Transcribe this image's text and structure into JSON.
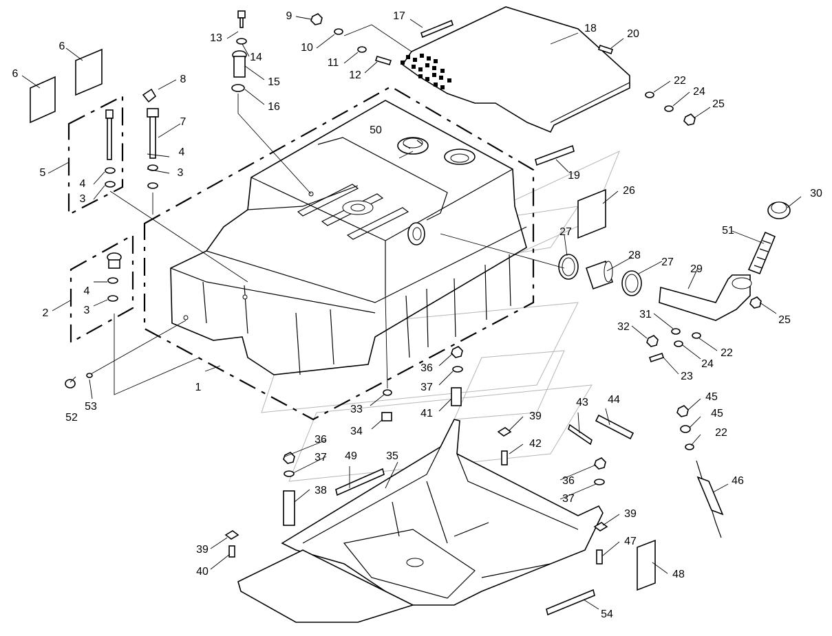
{
  "callouts": [
    {
      "id": "c1",
      "text": "1"
    },
    {
      "id": "c2",
      "text": "2"
    },
    {
      "id": "c3a",
      "text": "3"
    },
    {
      "id": "c3b",
      "text": "3"
    },
    {
      "id": "c3c",
      "text": "3"
    },
    {
      "id": "c4a",
      "text": "4"
    },
    {
      "id": "c4b",
      "text": "4"
    },
    {
      "id": "c4c",
      "text": "4"
    },
    {
      "id": "c5",
      "text": "5"
    },
    {
      "id": "c6a",
      "text": "6"
    },
    {
      "id": "c6b",
      "text": "6"
    },
    {
      "id": "c7",
      "text": "7"
    },
    {
      "id": "c8",
      "text": "8"
    },
    {
      "id": "c9",
      "text": "9"
    },
    {
      "id": "c10",
      "text": "10"
    },
    {
      "id": "c11",
      "text": "11"
    },
    {
      "id": "c12",
      "text": "12"
    },
    {
      "id": "c13",
      "text": "13"
    },
    {
      "id": "c14",
      "text": "14"
    },
    {
      "id": "c15",
      "text": "15"
    },
    {
      "id": "c16",
      "text": "16"
    },
    {
      "id": "c17",
      "text": "17"
    },
    {
      "id": "c18",
      "text": "18"
    },
    {
      "id": "c19",
      "text": "19"
    },
    {
      "id": "c20",
      "text": "20"
    },
    {
      "id": "c22a",
      "text": "22"
    },
    {
      "id": "c22b",
      "text": "22"
    },
    {
      "id": "c22c",
      "text": "22"
    },
    {
      "id": "c23",
      "text": "23"
    },
    {
      "id": "c24a",
      "text": "24"
    },
    {
      "id": "c24b",
      "text": "24"
    },
    {
      "id": "c25a",
      "text": "25"
    },
    {
      "id": "c25b",
      "text": "25"
    },
    {
      "id": "c26",
      "text": "26"
    },
    {
      "id": "c27a",
      "text": "27"
    },
    {
      "id": "c27b",
      "text": "27"
    },
    {
      "id": "c28",
      "text": "28"
    },
    {
      "id": "c29",
      "text": "29"
    },
    {
      "id": "c30",
      "text": "30"
    },
    {
      "id": "c31",
      "text": "31"
    },
    {
      "id": "c32",
      "text": "32"
    },
    {
      "id": "c33",
      "text": "33"
    },
    {
      "id": "c34",
      "text": "34"
    },
    {
      "id": "c35",
      "text": "35"
    },
    {
      "id": "c36a",
      "text": "36"
    },
    {
      "id": "c36b",
      "text": "36"
    },
    {
      "id": "c36c",
      "text": "36"
    },
    {
      "id": "c37a",
      "text": "37"
    },
    {
      "id": "c37b",
      "text": "37"
    },
    {
      "id": "c37c",
      "text": "37"
    },
    {
      "id": "c38",
      "text": "38"
    },
    {
      "id": "c39a",
      "text": "39"
    },
    {
      "id": "c39b",
      "text": "39"
    },
    {
      "id": "c39c",
      "text": "39"
    },
    {
      "id": "c40",
      "text": "40"
    },
    {
      "id": "c41",
      "text": "41"
    },
    {
      "id": "c42",
      "text": "42"
    },
    {
      "id": "c43",
      "text": "43"
    },
    {
      "id": "c44",
      "text": "44"
    },
    {
      "id": "c45a",
      "text": "45"
    },
    {
      "id": "c45b",
      "text": "45"
    },
    {
      "id": "c46",
      "text": "46"
    },
    {
      "id": "c47",
      "text": "47"
    },
    {
      "id": "c48",
      "text": "48"
    },
    {
      "id": "c49",
      "text": "49"
    },
    {
      "id": "c50",
      "text": "50"
    },
    {
      "id": "c51",
      "text": "51"
    },
    {
      "id": "c52",
      "text": "52"
    },
    {
      "id": "c53",
      "text": "53"
    },
    {
      "id": "c54",
      "text": "54"
    }
  ]
}
